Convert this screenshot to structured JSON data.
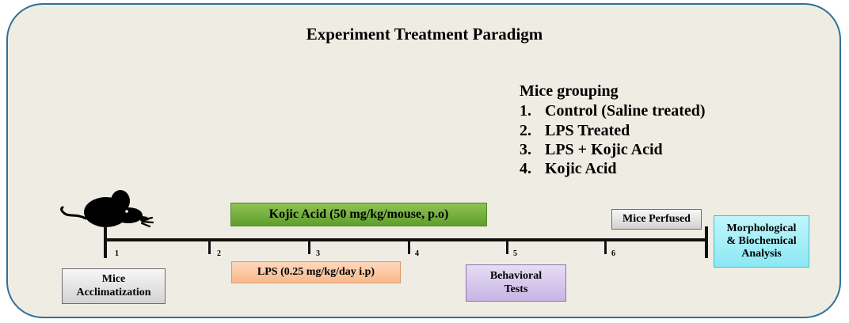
{
  "title": "Experiment Treatment Paradigm",
  "grouping": {
    "heading": "Mice grouping",
    "items": [
      {
        "num": "1.",
        "label": "Control (Saline treated)"
      },
      {
        "num": "2.",
        "label": "LPS Treated"
      },
      {
        "num": "3.",
        "label": "LPS + Kojic Acid"
      },
      {
        "num": "4.",
        "label": "Kojic Acid"
      }
    ]
  },
  "timeline": {
    "ticks": [
      "1",
      "2",
      "3",
      "4",
      "5",
      "6"
    ]
  },
  "boxes": {
    "kojic_acid": "Kojic Acid (50 mg/kg/mouse, p.o)",
    "lps": "LPS (0.25 mg/kg/day i.p)",
    "acclimatization_line1": "Mice",
    "acclimatization_line2": "Acclimatization",
    "behavioral_line1": "Behavioral",
    "behavioral_line2": "Tests",
    "perfused": "Mice Perfused",
    "analysis_line1": "Morphological",
    "analysis_line2": "& Biochemical",
    "analysis_line3": "Analysis"
  },
  "colors": {
    "frame_border": "#2f6f9a",
    "frame_fill": "#efede3",
    "kojic_green": "#6aa832",
    "lps_orange": "#f9c49d",
    "behavioral_purple": "#d6c8ec",
    "analysis_cyan": "#a6eef7",
    "neutral_gray": "#d9d9d9"
  },
  "icons": [
    "mouse-icon"
  ]
}
